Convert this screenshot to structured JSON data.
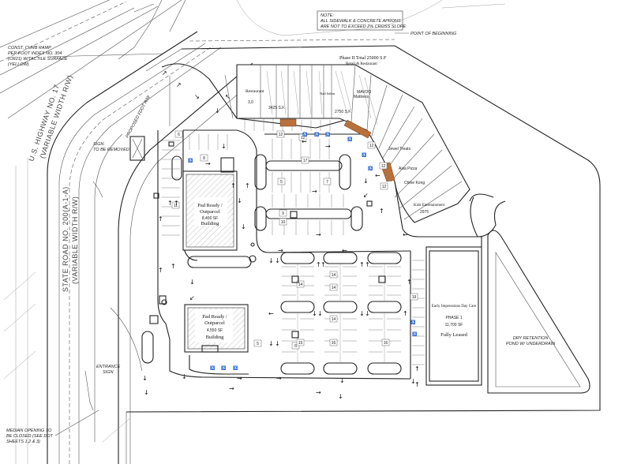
{
  "notes": {
    "curb_ramp": [
      "CONST. CURB RAMP",
      "PER FOOT INDEX NO. 304",
      "(CR21) W/TACTILE SURFACE",
      "(YELLOW)"
    ],
    "sidewalk": [
      "NOTE:",
      "ALL SIDEWALK & CONCRETE APRONS",
      "ARE NOT TO EXCEED 2% CROSS SLOPE"
    ],
    "median": [
      "MEDIAN OPENING TO",
      "BE CLOSED (SEE DOT",
      "SHEETS 1,2 & 3)"
    ],
    "sign_removed": [
      "SIGN",
      "TO BE REMOVED"
    ],
    "entrance": [
      "ENTRANCE",
      "SIGN"
    ],
    "point_beginning": "POINT OF BEGINNING",
    "proposed_row": "PROPOSED FDOT R/W",
    "dry_pond": [
      "DRY RETENTION",
      "POND W/ UNDERDRAIN"
    ]
  },
  "roads": {
    "us17": [
      "U.S. HIGHWAY NO. 17",
      "(VARIABLE WIDTH R/W)"
    ],
    "sr200": [
      "STATE ROAD NO. 200(A-1-A)",
      "(VARIABLE WIDTH R/W)"
    ]
  },
  "phase2": {
    "title": "Phase II Total 25000 S.F",
    "subtitle": "Retail & Restaurant",
    "restaurant_label": "Restaurant",
    "restaurant_sf": "3,0",
    "mid_sf": "3425 S.F.",
    "nail_salon": "Nail Salon",
    "unit_sf": "2750 S.F.",
    "anchor": [
      "MAVOO",
      "Mattress"
    ],
    "kids": "Kids Entertainment",
    "kids_sf": "2975",
    "asia": "Asia Pizza",
    "chine": "Chine Kong",
    "jewel": "Jewel Treats"
  },
  "pad1": {
    "title": [
      "Pad Ready /",
      "Outparcel"
    ],
    "sf": "8,400 SF",
    "label": "Building"
  },
  "pad2": {
    "title": [
      "Pad Ready /",
      "Outparcel"
    ],
    "sf": "4,550 SF",
    "label": "Building"
  },
  "phase1": {
    "tenant": "Early Impressions Day Care",
    "title": "PHASE 1",
    "sf": "11,700 SF",
    "status": "Fully Leased"
  },
  "stall_counts": [
    "6",
    "12",
    "12",
    "17",
    "5",
    "7",
    "9",
    "10",
    "8",
    "11",
    "5",
    "6",
    "14",
    "14",
    "14",
    "14",
    "15",
    "16",
    "16",
    "12",
    "19",
    "12",
    "12"
  ]
}
